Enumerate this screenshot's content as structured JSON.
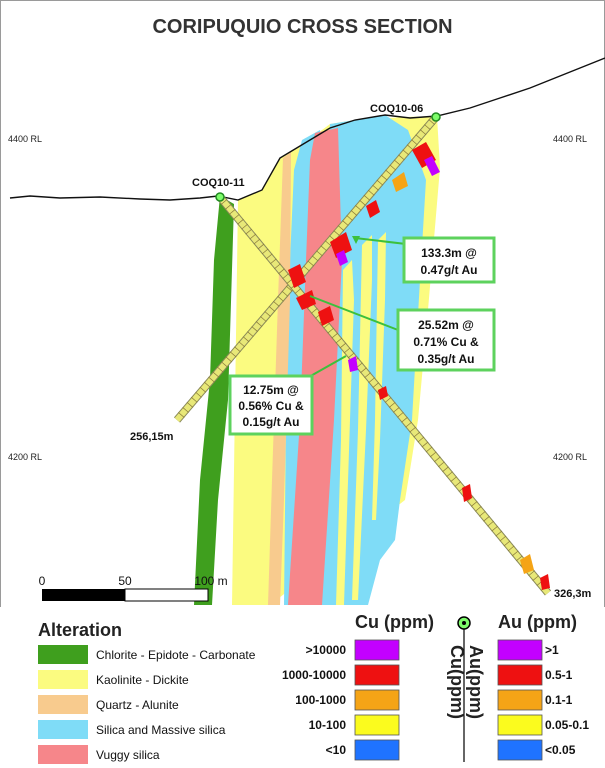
{
  "title": "CORIPUQUIO CROSS SECTION",
  "rl_labels": {
    "l4400": "4400 RL",
    "r4400": "4400 RL",
    "l4200": "4200 RL",
    "r4200": "4200 RL"
  },
  "holes": {
    "coq10_06": {
      "name": "COQ10-06",
      "depth": "326,3m"
    },
    "coq10_11": {
      "name": "COQ10-11",
      "depth": "256,15m"
    }
  },
  "callouts": {
    "c1": {
      "line1": "133.3m @",
      "line2": "0.47g/t Au"
    },
    "c2": {
      "line1": "25.52m @",
      "line2": "0.71% Cu &",
      "line3": "0.35g/t Au"
    },
    "c3": {
      "line1": "12.75m @",
      "line2": "0.56% Cu &",
      "line3": "0.15g/t Au"
    }
  },
  "scale": {
    "zero": "0",
    "mid": "50",
    "end": "100 m"
  },
  "legend": {
    "alteration_title": "Alteration",
    "alteration": [
      {
        "label": "Chlorite - Epidote - Carbonate",
        "color": "#3f9f1e"
      },
      {
        "label": "Kaolinite - Dickite",
        "color": "#fbfb80"
      },
      {
        "label": "Quartz - Alunite",
        "color": "#f8cb8e"
      },
      {
        "label": "Silica and Massive silica",
        "color": "#7fdcf7"
      },
      {
        "label": "Vuggy silica",
        "color": "#f6868a"
      }
    ],
    "cu_title": "Cu (ppm)",
    "cu": [
      {
        "label": ">10000",
        "color": "#c300ff"
      },
      {
        "label": "1000-10000",
        "color": "#ee1111"
      },
      {
        "label": "100-1000",
        "color": "#f5a416"
      },
      {
        "label": "10-100",
        "color": "#fbfb1e"
      },
      {
        "label": "<10",
        "color": "#1f73ff"
      }
    ],
    "au_title": "Au (ppm)",
    "au": [
      {
        "label": ">1",
        "color": "#c300ff"
      },
      {
        "label": "0.5-1",
        "color": "#ee1111"
      },
      {
        "label": "0.1-1",
        "color": "#f5a416"
      },
      {
        "label": "0.05-0.1",
        "color": "#fbfb1e"
      },
      {
        "label": "<0.05",
        "color": "#1f73ff"
      }
    ],
    "axis_au": "Au(ppm)",
    "axis_cu": "Cu(ppm)"
  }
}
